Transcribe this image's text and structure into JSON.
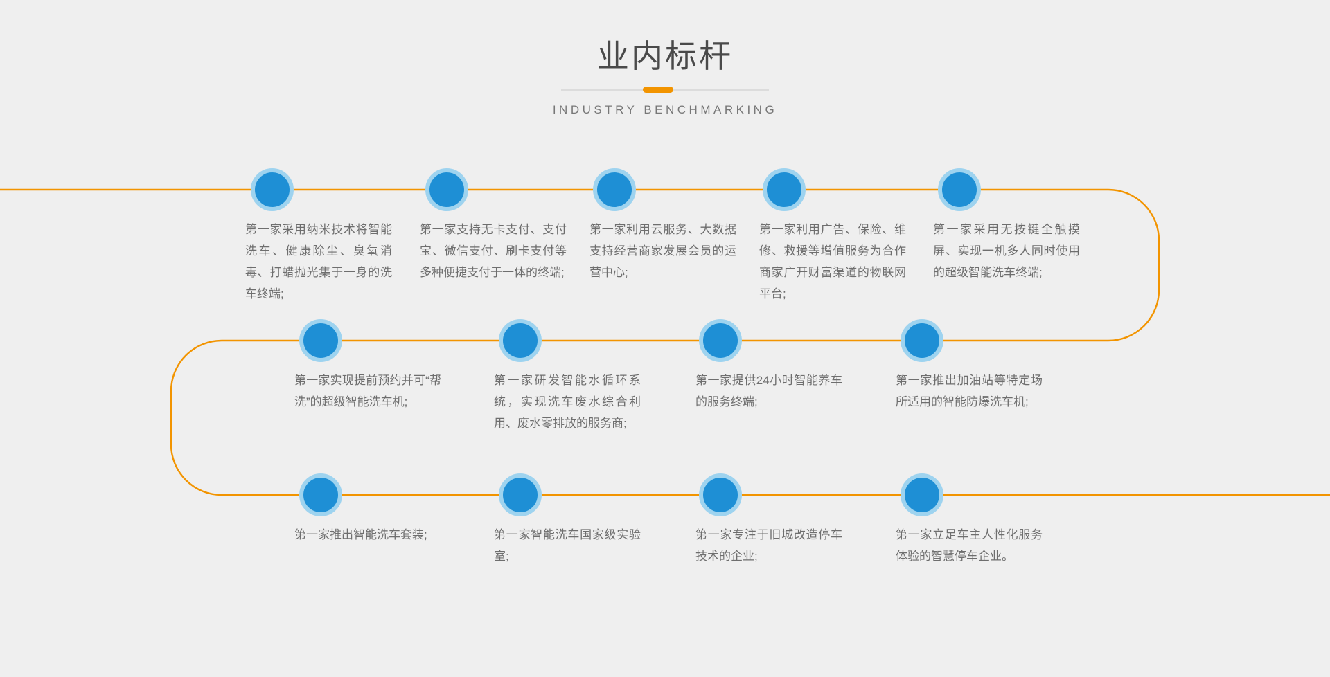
{
  "header": {
    "title": "业内标杆",
    "subtitle": "INDUSTRY BENCHMARKING",
    "accent_color": "#f29400",
    "divider_color": "#dcdcdc"
  },
  "theme": {
    "background": "#efefef",
    "node_fill": "#1e8fd5",
    "node_ring": "#9ed3ef",
    "path_color": "#f29400",
    "text_color": "#6e6e6e",
    "title_color": "#4a4a4a"
  },
  "timeline": {
    "rows": [
      {
        "row_index": 1,
        "items": [
          {
            "index": 1,
            "text": "第一家采用纳米技术将智能洗车、健康除尘、臭氧消毒、打蜡抛光集于一身的洗车终端;"
          },
          {
            "index": 2,
            "text": "第一家支持无卡支付、支付宝、微信支付、刷卡支付等多种便捷支付于一体的终端;"
          },
          {
            "index": 3,
            "text": "第一家利用云服务、大数据支持经营商家发展会员的运营中心;"
          },
          {
            "index": 4,
            "text": "第一家利用广告、保险、维修、救援等增值服务为合作商家广开财富渠道的物联网平台;"
          },
          {
            "index": 5,
            "text": "第一家采用无按键全触摸屏、实现一机多人同时使用的超级智能洗车终端;"
          }
        ]
      },
      {
        "row_index": 2,
        "items": [
          {
            "index": 6,
            "text": "第一家实现提前预约并可“帮洗”的超级智能洗车机;"
          },
          {
            "index": 7,
            "text": "第一家研发智能水循环系统，实现洗车废水综合利用、废水零排放的服务商;"
          },
          {
            "index": 8,
            "text": "第一家提供24小时智能养车的服务终端;"
          },
          {
            "index": 9,
            "text": "第一家推出加油站等特定场所适用的智能防爆洗车机;"
          }
        ]
      },
      {
        "row_index": 3,
        "items": [
          {
            "index": 10,
            "text": "第一家推出智能洗车套装;"
          },
          {
            "index": 11,
            "text": "第一家智能洗车国家级实验室;"
          },
          {
            "index": 12,
            "text": "第一家专注于旧城改造停车技术的企业;"
          },
          {
            "index": 13,
            "text": "第一家立足车主人性化服务体验的智慧停车企业。"
          }
        ]
      }
    ]
  }
}
